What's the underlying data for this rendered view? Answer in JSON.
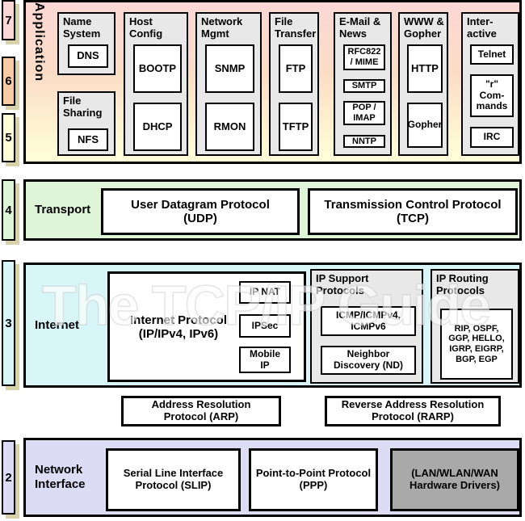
{
  "watermark": "The TCP/IP Guide",
  "layer_badges": [
    "7",
    "6",
    "5",
    "4",
    "3",
    "2"
  ],
  "application": {
    "label": "Application",
    "name_system": {
      "title": "Name System",
      "dns": "DNS"
    },
    "file_sharing": {
      "title": "File Sharing",
      "nfs": "NFS"
    },
    "host_config": {
      "title": "Host Config",
      "bootp": "BOOTP",
      "dhcp": "DHCP"
    },
    "network_mgmt": {
      "title": "Network Mgmt",
      "snmp": "SNMP",
      "rmon": "RMON"
    },
    "file_transfer": {
      "title": "File Transfer",
      "ftp": "FTP",
      "tftp": "TFTP"
    },
    "email_news": {
      "title": "E-Mail & News",
      "rfc822": [
        "RFC822",
        "/ MIME"
      ],
      "smtp": "SMTP",
      "pop_imap": [
        "POP /",
        "IMAP"
      ],
      "nntp": "NNTP"
    },
    "www_gopher": {
      "title": "WWW & Gopher",
      "http": "HTTP",
      "gopher": "Gopher"
    },
    "interactive": {
      "title": "Inter-active",
      "telnet": "Telnet",
      "r_commands": [
        "\"r\"",
        "Com-",
        "mands"
      ],
      "irc": "IRC"
    }
  },
  "transport": {
    "label": "Transport",
    "udp": [
      "User Datagram Protocol",
      "(UDP)"
    ],
    "tcp": [
      "Transmission Control Protocol",
      "(TCP)"
    ]
  },
  "internet": {
    "label": "Internet",
    "ip": [
      "Internet Protocol",
      "(IP/IPv4, IPv6)"
    ],
    "ip_nat": "IP NAT",
    "ipsec": "IPSec",
    "mobile_ip": [
      "Mobile",
      "IP"
    ],
    "ip_support": {
      "title": [
        "IP Support",
        "Protocols"
      ],
      "icmp": [
        "ICMP/ICMPv4,",
        "ICMPv6"
      ],
      "nd": [
        "Neighbor",
        "Discovery (ND)"
      ]
    },
    "ip_routing": {
      "title": [
        "IP Routing",
        "Protocols"
      ],
      "list": [
        "RIP, OSPF,",
        "GGP, HELLO,",
        "IGRP, EIGRP,",
        "BGP, EGP"
      ]
    }
  },
  "resolution": {
    "arp": [
      "Address Resolution",
      "Protocol (ARP)"
    ],
    "rarp": [
      "Reverse Address Resolution",
      "Protocol (RARP)"
    ]
  },
  "network_interface": {
    "label": [
      "Network",
      "Interface"
    ],
    "slip": [
      "Serial Line Interface",
      "Protocol (SLIP)"
    ],
    "ppp": [
      "Point-to-Point Protocol",
      "(PPP)"
    ],
    "hardware": [
      "(LAN/WLAN/WAN",
      "Hardware Drivers)"
    ]
  },
  "palette": {
    "layer7_pink": "#fbd7d7",
    "layer6_peach": "#f8cba4",
    "layer5_yellow": "#feffd9",
    "transport_green": "#def5d8",
    "internet_cyan": "#d8f6f7",
    "network_lavender": "#dcdcf5",
    "group_gray": "#e8e8e8",
    "hardware_gray": "#a9a9a9",
    "badge_shadow_khaki": "#d8d2a8",
    "border_black": "#000000"
  }
}
